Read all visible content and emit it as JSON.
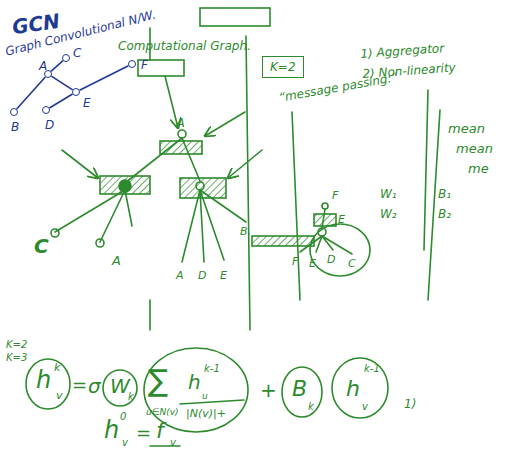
{
  "diagram": {
    "title": "GCN",
    "nodes": [
      {
        "text": [
          "A"
        ]
      },
      {
        "text": [
          "C"
        ]
      },
      {
        "text": [
          "F"
        ]
      },
      {
        "text": [
          "E"
        ]
      },
      {
        "text": [
          "B"
        ]
      },
      {
        "text": [
          "D"
        ]
      },
      {
        "text": [
          "K=2"
        ]
      }
    ],
    "edges": [
      {
        "from": 0,
        "to": 1,
        "arrow": "none"
      },
      {
        "from": 0,
        "to": 3,
        "arrow": "none"
      },
      {
        "from": 3,
        "to": 2,
        "arrow": "none"
      },
      {
        "from": 4,
        "to": 0,
        "arrow": "none"
      },
      {
        "from": 5,
        "to": 3,
        "arrow": "none"
      }
    ],
    "labels": [
      "Graph Convolutional N/W.",
      "Computational Graph.",
      "1) Aggregator",
      "2) Non-linearity",
      "“message passing:”",
      "mean",
      "mean",
      "me",
      "W₁",
      "B₁",
      "W₂",
      "B₂",
      "A",
      "C",
      "A",
      "A",
      "D",
      "E",
      "B.",
      "F",
      "E",
      "F",
      "E",
      "D",
      "C",
      "K=2",
      "K=3",
      "h",
      "k",
      "v",
      "=",
      "σ",
      "W",
      "k",
      "∑",
      "h",
      "k-1",
      "u",
      "u∈N(v)",
      "|N(v)|+",
      "+",
      "B",
      "k",
      "h",
      "k-1",
      "v",
      "1)",
      "h",
      "0",
      "v",
      "=",
      "f",
      "v"
    ]
  }
}
